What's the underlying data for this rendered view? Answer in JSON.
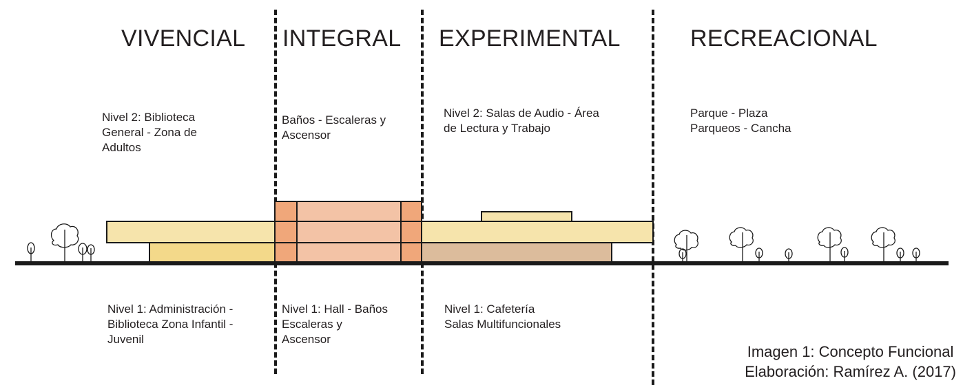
{
  "zones": [
    {
      "id": "vivencial",
      "title": "VIVENCIAL"
    },
    {
      "id": "integral",
      "title": "INTEGRAL"
    },
    {
      "id": "experimental",
      "title": "EXPERIMENTAL"
    },
    {
      "id": "recreacional",
      "title": "RECREACIONAL"
    }
  ],
  "upper_labels": {
    "vivencial": "Nivel 2: Biblioteca\nGeneral - Zona de\nAdultos",
    "integral": "Baños - Escaleras y\nAscensor",
    "experimental": "Nivel 2: Salas de Audio - Área\nde Lectura y Trabajo",
    "recreacional": "Parque - Plaza\nParqueos - Cancha"
  },
  "lower_labels": {
    "vivencial": "Nivel 1: Administración -\nBiblioteca Zona Infantil -\nJuvenil",
    "integral": "Nivel 1: Hall - Baños\nEscaleras y\nAscensor",
    "experimental": "Nivel 1: Cafetería\nSalas Multifuncionales"
  },
  "caption": {
    "line1": "Imagen 1: Concepto Funcional",
    "line2": "Elaboración: Ramírez A. (2017)"
  },
  "colors": {
    "volume_light_yellow": "#f6e4ac",
    "volume_yellow": "#f3d98a",
    "core_salmon": "#f3c3a6",
    "core_orange": "#f0a77a",
    "volume_tan": "#dcbc9c",
    "outline": "#1a1a1a"
  }
}
